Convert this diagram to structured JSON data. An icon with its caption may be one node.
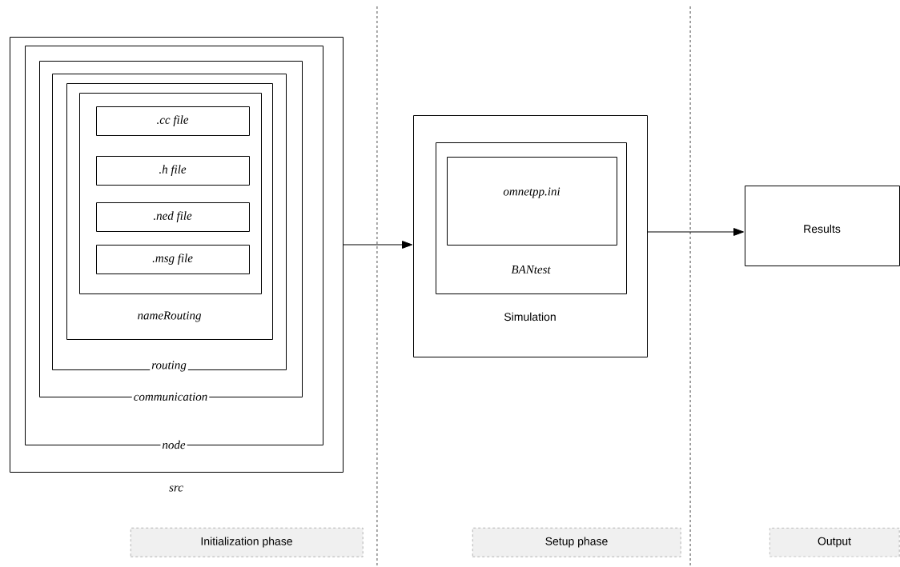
{
  "diagram": {
    "nodes": [
      {
        "text": [
          "src"
        ]
      },
      {
        "text": [
          "node"
        ],
        "in": 0
      },
      {
        "text": [
          "communication"
        ],
        "in": 1
      },
      {
        "text": [
          "routing"
        ],
        "in": 2
      },
      {
        "text": [
          "nameRouting"
        ],
        "in": 3
      },
      {
        "text": [],
        "shape": "box",
        "in": 4
      },
      {
        "text": [
          ".cc file"
        ],
        "in": 5
      },
      {
        "text": [
          ".h file"
        ],
        "in": 5
      },
      {
        "text": [
          ".ned file"
        ],
        "in": 5
      },
      {
        "text": [
          ".msg file"
        ],
        "in": 5
      },
      {
        "text": [
          "Simulation"
        ]
      },
      {
        "text": [
          "BANtest"
        ],
        "in": 10
      },
      {
        "text": [
          "omnetpp.ini"
        ],
        "in": 11
      },
      {
        "text": [
          "Results"
        ]
      },
      {
        "text": [
          "Initialization phase"
        ]
      },
      {
        "text": [
          "Setup phase"
        ]
      },
      {
        "text": [
          "Output"
        ]
      }
    ],
    "edges": [
      {
        "from": 0,
        "to": 10,
        "arrow": "to"
      },
      {
        "from": 10,
        "to": 13,
        "arrow": "to"
      }
    ]
  }
}
